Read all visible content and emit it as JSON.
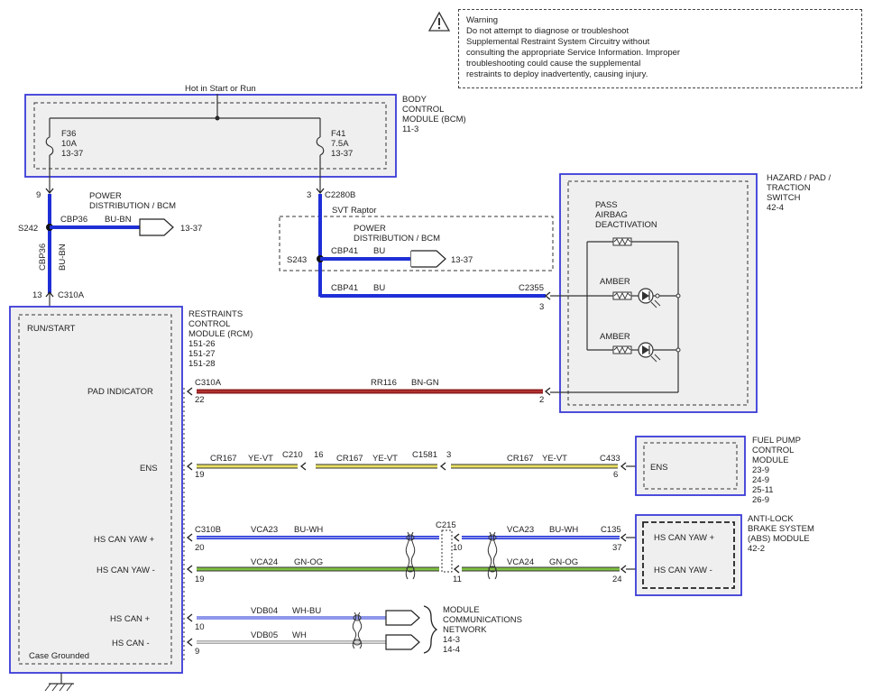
{
  "warning": {
    "title": "Warning",
    "lines": [
      "Do not attempt to diagnose or troubleshoot",
      "Supplemental Restraint System Circuitry without",
      "consulting the appropriate Service Information. Improper",
      "troubleshooting could cause the supplemental",
      "restraints to deploy inadvertently, causing injury."
    ]
  },
  "bcm": {
    "supply": "Hot in Start or Run",
    "name": [
      "BODY",
      "CONTROL",
      "MODULE (BCM)",
      "11-3"
    ],
    "fuse_f36": [
      "F36",
      "10A",
      "13-37"
    ],
    "fuse_f41": [
      "F41",
      "7.5A",
      "13-37"
    ],
    "pin_f36": "9",
    "pin_f41": "3",
    "conn_f41": "C2280B"
  },
  "power_dist": {
    "left_label": [
      "POWER",
      "DISTRIBUTION / BCM"
    ],
    "right_label": [
      "POWER",
      "DISTRIBUTION / BCM"
    ],
    "splice_left": "S242",
    "splice_right": "S243",
    "circuit_left": "CBP36",
    "color_left": "BU-BN",
    "ref_left": "13-37",
    "circuit_right": "CBP41",
    "color_right": "BU",
    "ref_right": "13-37",
    "svt": "SVT Raptor",
    "vert_circuit": "CBP36",
    "vert_color": "BU-BN",
    "to_sw_circuit": "CBP41",
    "to_sw_color": "BU",
    "c2355": "C2355",
    "c2355_pin": "3"
  },
  "rcm": {
    "pin": "13",
    "conn": "C310A",
    "name": [
      "RESTRAINTS",
      "CONTROL",
      "MODULE (RCM)",
      "151-26",
      "151-27",
      "151-28"
    ],
    "run_start": "RUN/START",
    "case": "Case Grounded",
    "signals": {
      "pad": "PAD INDICATOR",
      "ens": "ENS",
      "yaw_p": "HS CAN YAW +",
      "yaw_m": "HS CAN YAW -",
      "can_p": "HS CAN +",
      "can_m": "HS CAN -"
    }
  },
  "hazard": {
    "name": [
      "HAZARD / PAD /",
      "TRACTION",
      "SWITCH",
      "42-4"
    ],
    "pass": [
      "PASS",
      "AIRBAG",
      "DEACTIVATION"
    ],
    "amber1": "AMBER",
    "amber2": "AMBER"
  },
  "pad_line": {
    "conn": "C310A",
    "pin_l": "22",
    "circuit": "RR116",
    "color": "BN-GN",
    "pin_r": "2"
  },
  "ens_line": {
    "pin_l": "19",
    "c1": "CR167",
    "col1": "YE-VT",
    "conn1": "C210",
    "conn1_pin": "16",
    "c2": "CR167",
    "col2": "YE-VT",
    "conn2": "C1581",
    "conn2_pin": "3",
    "c3": "CR167",
    "col3": "YE-VT",
    "conn3": "C433",
    "pin_r": "6"
  },
  "fuel_pump": {
    "name": [
      "FUEL PUMP",
      "CONTROL",
      "MODULE",
      "23-9",
      "24-9",
      "25-11",
      "26-9"
    ],
    "inner": "ENS"
  },
  "yaw": {
    "conn_l": "C310B",
    "c215": "C215",
    "c135": "C135",
    "p_pin_l": "20",
    "p_pin_mid": "10",
    "p_pin_r": "37",
    "m_pin_l": "19",
    "m_pin_mid": "11",
    "m_pin_r": "24",
    "p_circuit": "VCA23",
    "p_color": "BU-WH",
    "m_circuit": "VCA24",
    "m_color": "GN-OG",
    "p_circuit2": "VCA23",
    "p_color2": "BU-WH",
    "m_circuit2": "VCA24",
    "m_color2": "GN-OG"
  },
  "abs": {
    "name": [
      "ANTI-LOCK",
      "BRAKE SYSTEM",
      "(ABS) MODULE",
      "42-2"
    ],
    "p": "HS CAN YAW +",
    "m": "HS CAN YAW -"
  },
  "can": {
    "p_pin": "10",
    "m_pin": "9",
    "p_circuit": "VDB04",
    "p_color": "WH-BU",
    "m_circuit": "VDB05",
    "m_color": "WH",
    "net": [
      "MODULE",
      "COMMUNICATIONS",
      "NETWORK",
      "14-3",
      "14-4"
    ]
  },
  "colors": {
    "blue": "#1f2fd6",
    "brown": "#a52a2a",
    "yellow": "#e8e060",
    "green": "#7fc040",
    "frame": "#3a3ad8"
  }
}
